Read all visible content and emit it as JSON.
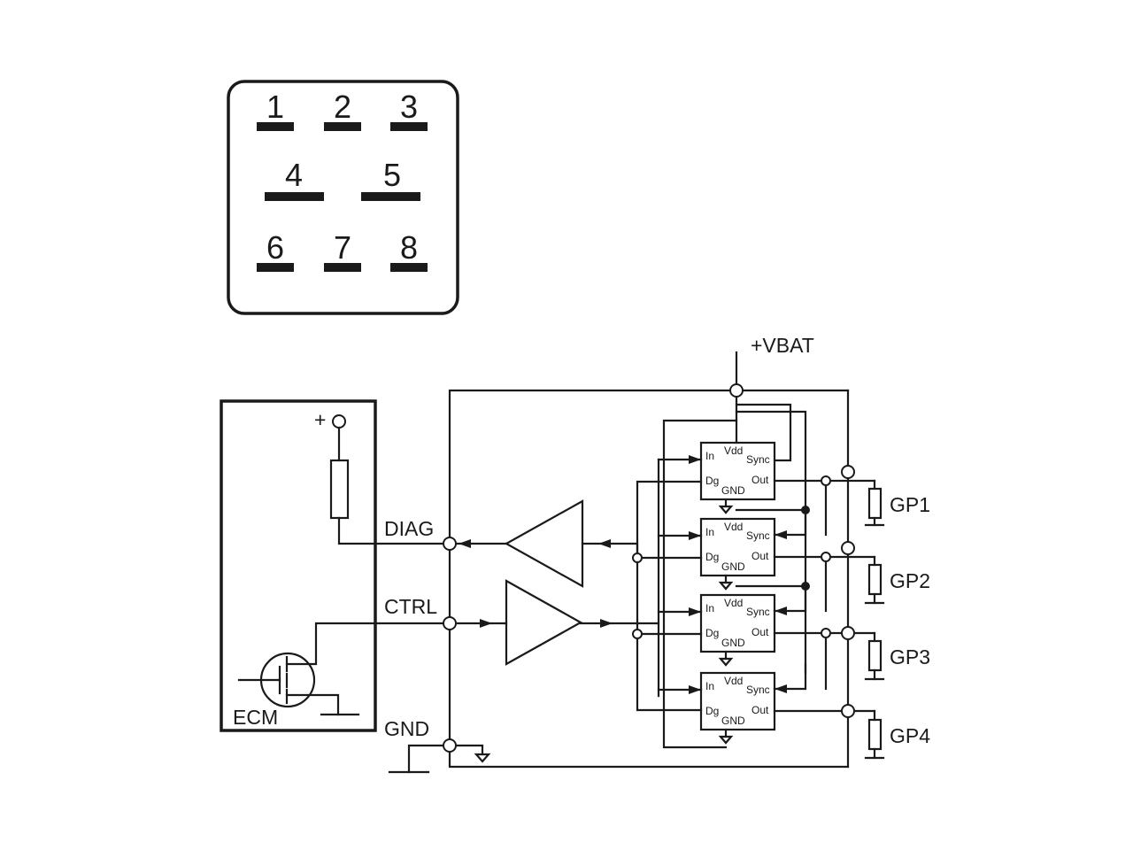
{
  "connector": {
    "pins": [
      "1",
      "2",
      "3",
      "4",
      "5",
      "6",
      "7",
      "8"
    ]
  },
  "power": {
    "vbat": "+VBAT",
    "plus": "+"
  },
  "ecm": {
    "label": "ECM"
  },
  "signals": {
    "diag": "DIAG",
    "ctrl": "CTRL",
    "gnd": "GND"
  },
  "glow_plugs": [
    "GP1",
    "GP2",
    "GP3",
    "GP4"
  ],
  "driver_ic": {
    "pins": {
      "in": "In",
      "vdd": "Vdd",
      "sync": "Sync",
      "dg": "Dg",
      "gnd": "GND",
      "out": "Out"
    }
  }
}
